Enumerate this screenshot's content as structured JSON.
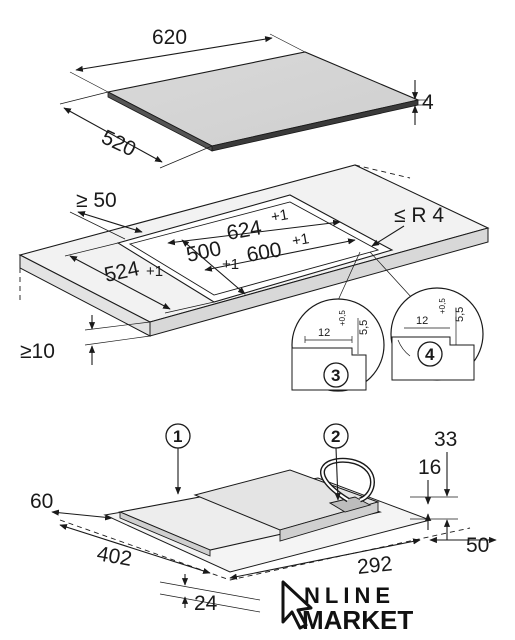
{
  "cooktop": {
    "width": "620",
    "depth": "520",
    "thickness": "4"
  },
  "cutout": {
    "min_back_clearance": "≥ 50",
    "corner_radius": "≤ R 4",
    "outer_width": "624",
    "outer_width_tol": "+1",
    "inner_width": "600",
    "inner_width_tol": "+1",
    "inner_depth": "500",
    "inner_depth_tol": "+1",
    "outer_depth": "524",
    "outer_depth_tol": "+1",
    "min_worktop_thickness": "≥10"
  },
  "detail_3": {
    "marker": "3",
    "rebate_width": "12",
    "rebate_depth": "5,5",
    "rebate_depth_tol": "+0,5"
  },
  "detail_4": {
    "marker": "4",
    "rebate_width": "12",
    "rebate_depth": "5,5",
    "rebate_depth_tol": "+0,5"
  },
  "underside": {
    "callout_1": "1",
    "callout_2": "2",
    "dim_33": "33",
    "dim_16": "16",
    "dim_60": "60",
    "dim_50": "50",
    "dim_402": "402",
    "dim_292": "292",
    "dim_24": "24"
  },
  "logo": {
    "line1": "NLINE",
    "line2": "MARKET"
  }
}
